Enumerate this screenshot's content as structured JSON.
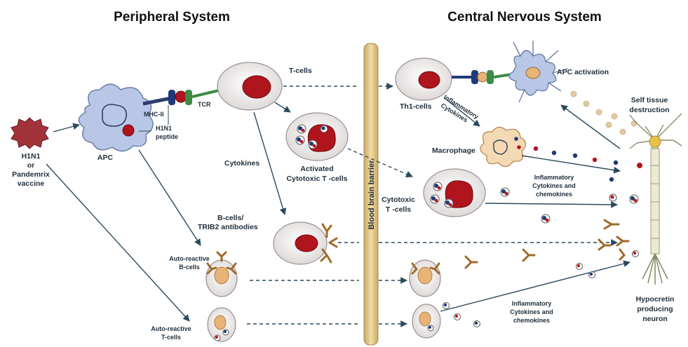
{
  "headers": {
    "peripheral": "Peripheral System",
    "central": "Central Nervous System"
  },
  "barrier": "Blood brain barrier",
  "labels": {
    "trigger_line1": "H1N1",
    "trigger_line2": "or",
    "trigger_line3": "Pandemrix",
    "trigger_line4": "vaccine",
    "apc": "APC",
    "mhc": "MHC-II",
    "tcr": "TCR",
    "peptide_line1": "H1N1",
    "peptide_line2": "peptide",
    "tcells": "T-cells",
    "cytokines": "Cytokines",
    "activated_line1": "Activated",
    "activated_line2": "Cytotoxic T -cells",
    "bcells_line1": "B-cells/",
    "bcells_line2": "TRIB2 antibodies",
    "autob_line1": "Auto-reactive",
    "autob_line2": "B-cells",
    "autot_line1": "Auto-reactive",
    "autot_line2": "T-cells",
    "th1": "Th1-cells",
    "inflam_diag_line1": "Inflammatory",
    "inflam_diag_line2": "Cytokines",
    "apc_activation": "APC activation",
    "self_line1": "Self tissue",
    "self_line2": "destruction",
    "macrophage": "Macrophage",
    "ctc_line1": "Cytotoxic",
    "ctc_line2": "T -cells",
    "inflam1_line1": "Inflammatory",
    "inflam1_line2": "Cytokines and",
    "inflam1_line3": "chemokines",
    "inflam2_line1": "Inflammatory",
    "inflam2_line2": "Cytokines and",
    "inflam2_line3": "chemokines",
    "hypo_line1": "Hypocretin",
    "hypo_line2": "producing",
    "hypo_line3": "neuron"
  },
  "colors": {
    "arrow": "#2c4a5e",
    "nucleus_red": "#b0141d",
    "nucleus_tan": "#e7b377",
    "antibody": "#a06a2a",
    "apc_body": "#b9c7e6",
    "barrier": "#e3c98f"
  }
}
